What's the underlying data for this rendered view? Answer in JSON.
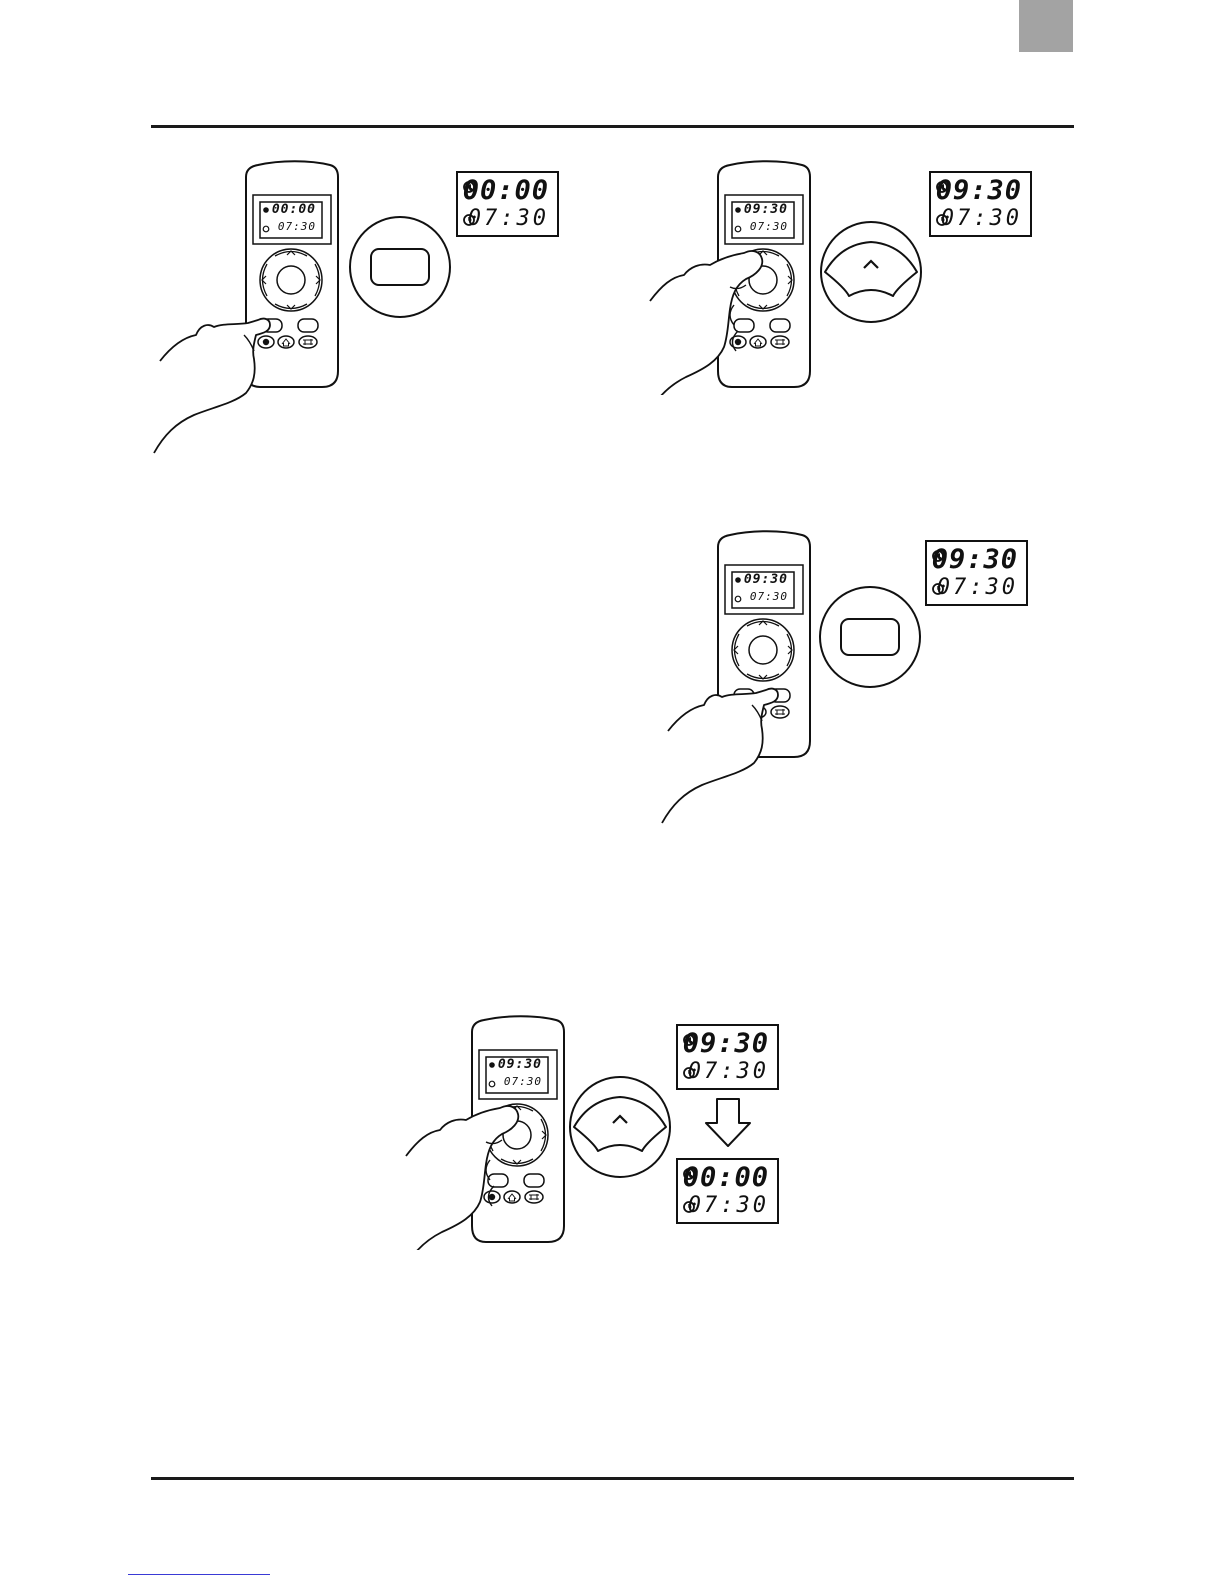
{
  "document": {
    "accent_color": "#a3a3a3",
    "rule_color": "#1a1a1a"
  },
  "steps": [
    {
      "remote_screen": {
        "schedule_time": "00:00",
        "clock_time": "07:30"
      },
      "zoom_button": "rounded-rect-button",
      "display": {
        "schedule_time": "00:00",
        "clock_time": "07:30",
        "highlight": "minutes"
      }
    },
    {
      "remote_screen": {
        "schedule_time": "09:30",
        "clock_time": "07:30"
      },
      "zoom_button": "up-arrow-button",
      "display": {
        "schedule_time": "09:30",
        "clock_time": "07:30"
      }
    },
    {
      "remote_screen": {
        "schedule_time": "09:30",
        "clock_time": "07:30"
      },
      "zoom_button": "rounded-rect-button",
      "display": {
        "schedule_time": "09:30",
        "clock_time": "07:30"
      }
    },
    {
      "remote_screen": {
        "schedule_time": "09:30",
        "clock_time": "07:30"
      },
      "zoom_button": "up-arrow-button",
      "display_before": {
        "schedule_time": "09:30",
        "clock_time": "07:30"
      },
      "display_after": {
        "schedule_time": "00:00",
        "clock_time": "07:30"
      }
    }
  ]
}
